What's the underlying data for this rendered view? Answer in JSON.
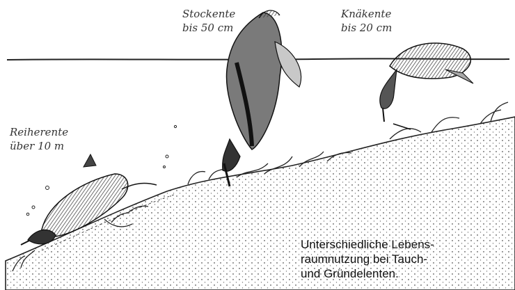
{
  "labels": {
    "stockente": {
      "name": "Stockente",
      "depth": "bis 50 cm"
    },
    "knaekente": {
      "name": "Knäkente",
      "depth": "bis 20 cm"
    },
    "reiherente": {
      "name": "Reiherente",
      "depth": "über 10 m"
    }
  },
  "caption": {
    "line1": "Unterschiedliche Lebens-",
    "line2": "raumnutzung bei Tauch-",
    "line3": "und Gründelenten."
  }
}
